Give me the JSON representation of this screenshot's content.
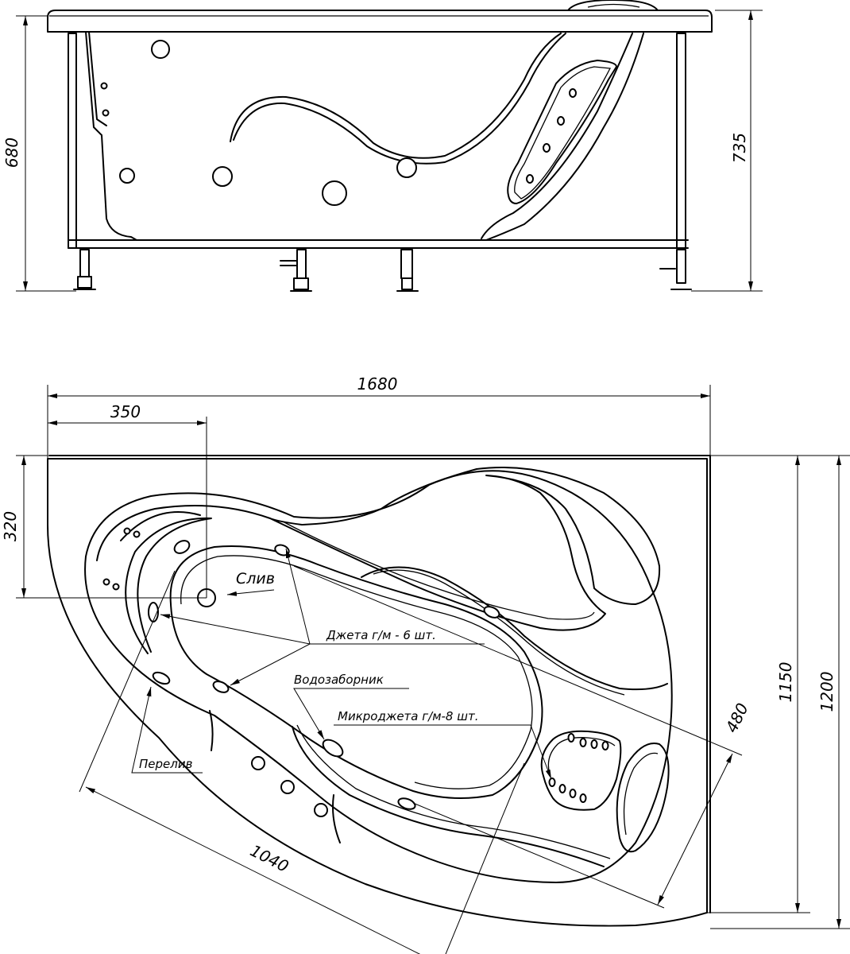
{
  "side_view": {
    "height_bath": "680",
    "height_total": "735"
  },
  "top_view": {
    "length": "1680",
    "drain_offset_x": "350",
    "drain_offset_y": "320",
    "width_small": "1150",
    "width_large": "1200",
    "diagonal_length": "1040",
    "diagonal_depth": "480"
  },
  "labels": {
    "drain": "Слив",
    "jets": "Джета г/м - 6 шт.",
    "water_intake": "Водозаборник",
    "micro_jets": "Микроджета г/м-8 шт.",
    "overflow": "Перелив"
  }
}
